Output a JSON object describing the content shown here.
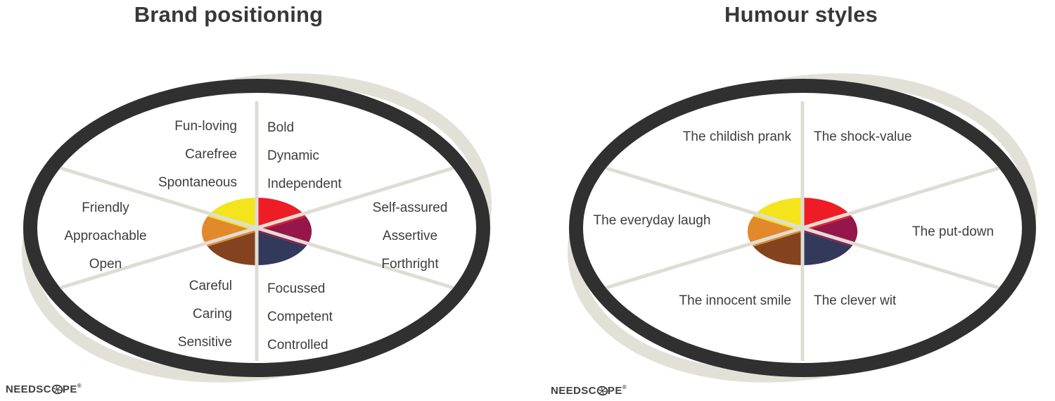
{
  "page": {
    "background": "#ffffff"
  },
  "wheel": {
    "ring_color": "#303030",
    "shadow_color": "#e2e1d8",
    "line_color": "#deddd4",
    "segment_colors": {
      "yellow": "#f4e41b",
      "red": "#ee1c25",
      "maroon": "#95164b",
      "navy": "#32395a",
      "brown": "#84431e",
      "orange": "#e2892b"
    }
  },
  "charts": [
    {
      "title": "Brand positioning",
      "sectors": {
        "top_left": [
          "Fun-loving",
          "Carefree",
          "Spontaneous"
        ],
        "top_right": [
          "Bold",
          "Dynamic",
          "Independent"
        ],
        "left": [
          "Friendly",
          "Approachable",
          "Open"
        ],
        "right": [
          "Self-assured",
          "Assertive",
          "Forthright"
        ],
        "bottom_left": [
          "Careful",
          "Caring",
          "Sensitive"
        ],
        "bottom_right": [
          "Focussed",
          "Competent",
          "Controlled"
        ]
      }
    },
    {
      "title": "Humour styles",
      "sectors": {
        "top_left": [
          "The childish prank"
        ],
        "top_right": [
          "The shock-value"
        ],
        "left": [
          "The everyday laugh"
        ],
        "right": [
          "The put-down"
        ],
        "bottom_left": [
          "The innocent smile"
        ],
        "bottom_right": [
          "The clever wit"
        ]
      }
    }
  ],
  "logo": {
    "prefix": "NEEDSC",
    "suffix": "PE",
    "registered": "®",
    "icon": "needscope-wheel-o-icon"
  }
}
